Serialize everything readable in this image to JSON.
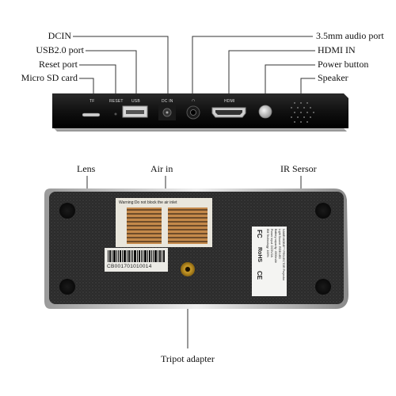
{
  "top_labels_left": [
    "DCIN",
    "USB2.0 port",
    "Reset port",
    "Micro SD card"
  ],
  "top_labels_right": [
    "3.5mm audio port",
    "HDMI IN",
    "Power button",
    "Speaker"
  ],
  "port_labels": {
    "tf": "TF",
    "reset": "RESET",
    "usb": "USB",
    "dcin": "DC IN",
    "audio": "∩",
    "hdmi": "HDMI"
  },
  "bottom_labels": {
    "lens": "Lens",
    "air_in": "Air in",
    "ir_sensor": "IR Sersor",
    "tripot": "Tripot adapter"
  },
  "sticker": {
    "warning": "Warning:Do not block the air inlet",
    "barcode_number": "CB001701010014",
    "spec_lines": [
      "NAME:MOBIE™ PROJECTOR Projector",
      "Light Source: RGB LED",
      "Battery capacity: 4500mAh",
      "Power input: DC5V/2A",
      "EM Technology: 100%"
    ],
    "marks": [
      "FC",
      "RoHS",
      "CE"
    ]
  }
}
